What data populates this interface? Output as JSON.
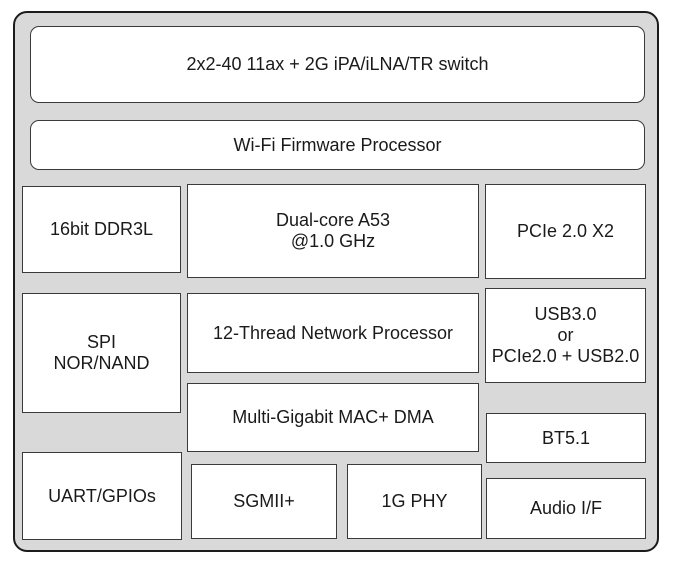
{
  "diagram": {
    "type": "soc-block-diagram",
    "colors": {
      "canvas_background": "#ffffff",
      "panel_fill": "#d9d9d9",
      "panel_border": "#1c1c1c",
      "block_fill": "#ffffff",
      "block_border": "#3a3a3a",
      "text": "#1a1a1a"
    },
    "blocks": {
      "rf_switch": {
        "label": "2x2-40 11ax + 2G iPA/iLNA/TR switch"
      },
      "wifi_firmware": {
        "label": "Wi-Fi Firmware Processor"
      },
      "ddr": {
        "label": "16bit DDR3L"
      },
      "cpu": {
        "lines": [
          "Dual-core A53",
          "@1.0 GHz"
        ]
      },
      "pcie_x2": {
        "label": "PCIe 2.0 X2"
      },
      "spi_flash": {
        "lines": [
          "SPI",
          "NOR/NAND"
        ]
      },
      "network_processor": {
        "label": "12-Thread Network Processor"
      },
      "usb": {
        "lines": [
          "USB3.0",
          "or",
          "PCIe2.0 + USB2.0"
        ]
      },
      "mac_dma": {
        "label": "Multi-Gigabit MAC+ DMA"
      },
      "bt": {
        "label": "BT5.1"
      },
      "uart_gpio": {
        "label": "UART/GPIOs"
      },
      "sgmii": {
        "label": "SGMII+"
      },
      "phy_1g": {
        "label": "1G PHY"
      },
      "audio": {
        "label": "Audio I/F"
      }
    }
  }
}
